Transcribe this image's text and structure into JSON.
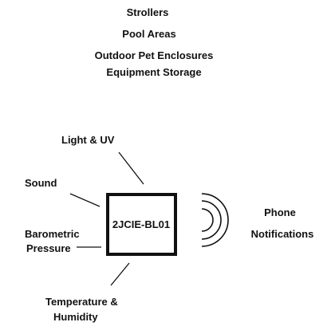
{
  "applications": {
    "items": [
      "Strollers",
      "Pool Areas",
      "Outdoor Pet Enclosures",
      "Equipment Storage"
    ]
  },
  "sensor": {
    "model": "2JCIE-BL01"
  },
  "measurements": {
    "light_uv": "Light & UV",
    "sound": "Sound",
    "barometric_line1": "Barometric",
    "barometric_line2": "Pressure",
    "temperature_line1": "Temperature &",
    "temperature_line2": "Humidity"
  },
  "output": {
    "line1": "Phone",
    "line2": "Notifications"
  },
  "colors": {
    "ink": "#111111",
    "background": "#ffffff"
  }
}
